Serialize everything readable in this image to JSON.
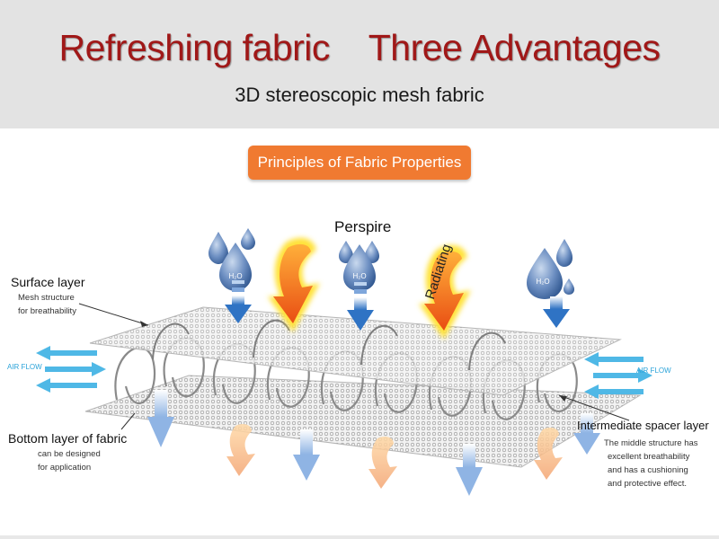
{
  "header": {
    "title": "Refreshing fabric    Three Advantages",
    "subtitle": "3D stereoscopic mesh fabric"
  },
  "section_button": "Principles of Fabric Properties",
  "labels": {
    "perspire": "Perspire",
    "radiating": "Radiating",
    "air_flow_left": "AIR FLOW",
    "air_flow_right": "AIR FLOW",
    "surface_layer": {
      "title": "Surface layer",
      "line1": "Mesh structure",
      "line2": "for breathability"
    },
    "bottom_layer": {
      "title": "Bottom layer of fabric",
      "line1": "can be designed",
      "line2": "for application"
    },
    "spacer_layer": {
      "title": "Intermediate spacer layer",
      "line1": "The middle structure has",
      "line2": "excellent breathability",
      "line3": "and has a cushioning",
      "line4": "and protective effect."
    }
  },
  "water_symbol": "H₂O",
  "colors": {
    "title": "#a01818",
    "header_bg": "#e3e3e3",
    "button": "#f07a31",
    "water": "#3d6fb5",
    "air_flow": "#2ba3d9",
    "heat": "#f06a1a",
    "heat_glow": "#ffe23a",
    "mesh": "#9a9a9a"
  },
  "icons": [
    "water-drop-icon",
    "down-arrow-icon",
    "heat-wave-icon",
    "air-flow-arrow-icon"
  ]
}
